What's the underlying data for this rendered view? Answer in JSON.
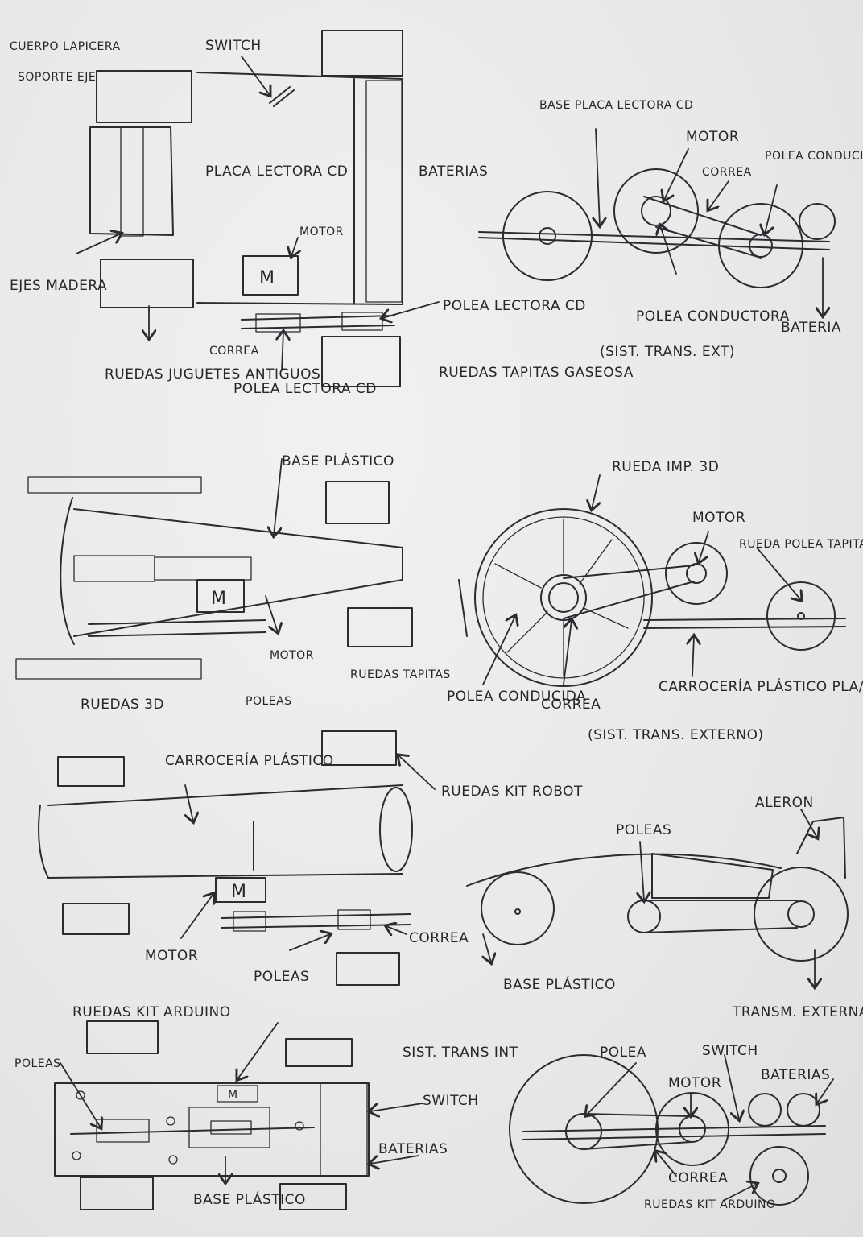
{
  "labels": {
    "cuerpo": "CUERPO LAPICERA",
    "soporte": "SOPORTE EJE",
    "switch1": "SWITCH",
    "placa": "PLACA LECTORA CD",
    "motor1": "MOTOR",
    "baterias1": "BATERIAS",
    "ejes": "EJES MADERA",
    "ruedas_jug": "RUEDAS JUGUETES ANTIGUOS",
    "correa1": "CORREA",
    "polea_lec1": "POLEA LECTORA CD",
    "polea_lec2": "POLEA LECTORA CD",
    "ruedas_tap": "RUEDAS TAPITAS GASEOSA",
    "base_placa": "BASE PLACA LECTORA CD",
    "motor2": "MOTOR",
    "correa2": "CORREA",
    "polea_cond": "POLEA CONDUCIDA",
    "polea_condc": "POLEA CONDUCTORA",
    "bateria": "BATERIA",
    "sist_ext1": "(SIST. TRANS. EXT)",
    "base_plastico": "BASE PLÁSTICO",
    "motor3": "MOTOR",
    "ruedas_3d": "RUEDAS 3D",
    "poleas3": "POLEAS",
    "ruedas_tapitas": "RUEDAS TAPITAS",
    "rueda_imp": "RUEDA IMP. 3D",
    "motor4": "MOTOR",
    "rueda_polea": "RUEDA POLEA TAPITA GASEOSA",
    "polea_conducida2": "POLEA CONDUCIDA",
    "correa4": "CORREA",
    "carroceria_pla": "CARROCERÍA PLÁSTICO PLA/PVC",
    "sist_ext2": "(SIST. TRANS. EXTERNO)",
    "carroceria": "CARROCERÍA PLÁSTICO",
    "ruedas_kit": "RUEDAS KIT ROBOT",
    "motor5": "MOTOR",
    "poleas5": "POLEAS",
    "correa5": "CORREA",
    "aleron": "ALERON",
    "poleas6": "POLEAS",
    "base_plastico2": "BASE PLÁSTICO",
    "transm": "TRANSM. EXTERNA",
    "ruedas_arduino": "RUEDAS KIT ARDUINO",
    "poleas7": "POLEAS",
    "sist_int": "SIST. TRANS INT",
    "switch7": "SWITCH",
    "baterias7": "BATERIAS",
    "base_plastico3": "BASE PLÁSTICO",
    "polea8": "POLEA",
    "switch8": "SWITCH",
    "motor8": "MOTOR",
    "baterias8": "BATERIAS",
    "correa8": "CORREA",
    "ruedas_arduino8": "RUEDAS KIT ARDUINO"
  },
  "motor_mark": "M",
  "colors": {
    "ink": "#2b2b30",
    "paper": "#ececec"
  }
}
